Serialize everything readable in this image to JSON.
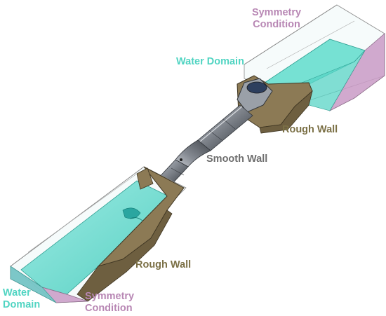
{
  "colors": {
    "water": "#50d4c2",
    "symmetry": "#b887b4",
    "wall": "#7b7046",
    "smooth": "#6e6e6e",
    "water_fill": "#3ecfc0",
    "symmetry_fill": "#c89ac4",
    "wall_fill": "#8c7a55"
  },
  "labels": {
    "symmetry_top_line1": "Symmetry",
    "symmetry_top_line2": "Condition",
    "water_top": "Water Domain",
    "rough_wall_top": "Rough Wall",
    "smooth_wall": "Smooth Wall",
    "rough_wall_bottom": "Rough Wall",
    "water_bottom_line1": "Water",
    "water_bottom_line2": "Domain",
    "symmetry_bottom_line1": "Symmetry",
    "symmetry_bottom_line2": "Condition"
  }
}
